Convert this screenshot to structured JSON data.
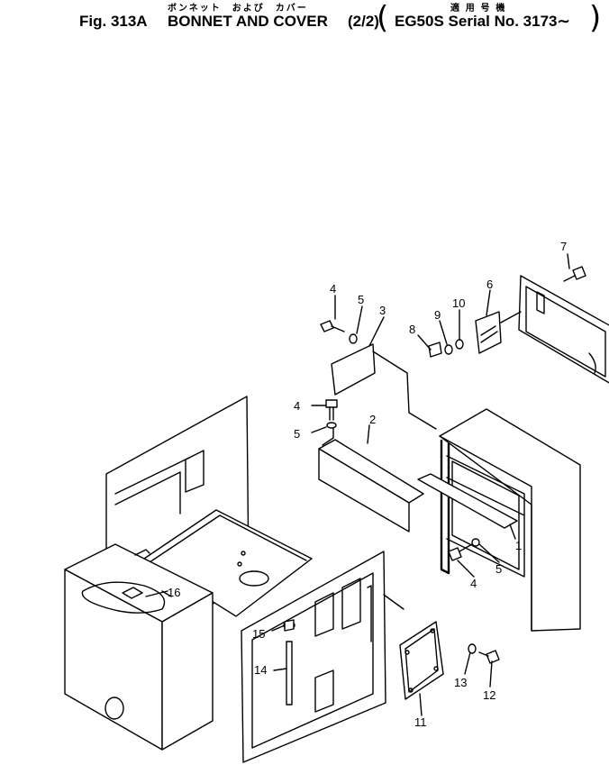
{
  "header": {
    "jp_part_name": "ボンネット　および　カバー",
    "jp_applicable": "適 用 号 機",
    "fig_label": "Fig. 313A",
    "part_name": "BONNET AND COVER",
    "sheet": "(2/2)",
    "serial": "EG50S Serial No. 3173∼"
  },
  "callouts": [
    "1",
    "2",
    "3",
    "4",
    "5",
    "6",
    "7",
    "8",
    "9",
    "10",
    "11",
    "12",
    "13",
    "14",
    "15",
    "16"
  ],
  "callout_labels": [
    {
      "id": "c7",
      "text": "7"
    },
    {
      "id": "c4a",
      "text": "4"
    },
    {
      "id": "c5a",
      "text": "5"
    },
    {
      "id": "c3",
      "text": "3"
    },
    {
      "id": "c9",
      "text": "9"
    },
    {
      "id": "c10",
      "text": "10"
    },
    {
      "id": "c6",
      "text": "6"
    },
    {
      "id": "c8",
      "text": "8"
    },
    {
      "id": "c4b",
      "text": "4"
    },
    {
      "id": "c5b",
      "text": "5"
    },
    {
      "id": "c2",
      "text": "2"
    },
    {
      "id": "c1",
      "text": "1"
    },
    {
      "id": "c5c",
      "text": "5"
    },
    {
      "id": "c4c",
      "text": "4"
    },
    {
      "id": "c16",
      "text": "16"
    },
    {
      "id": "c15",
      "text": "15"
    },
    {
      "id": "c14",
      "text": "14"
    },
    {
      "id": "c13",
      "text": "13"
    },
    {
      "id": "c12",
      "text": "12"
    },
    {
      "id": "c11",
      "text": "11"
    }
  ]
}
